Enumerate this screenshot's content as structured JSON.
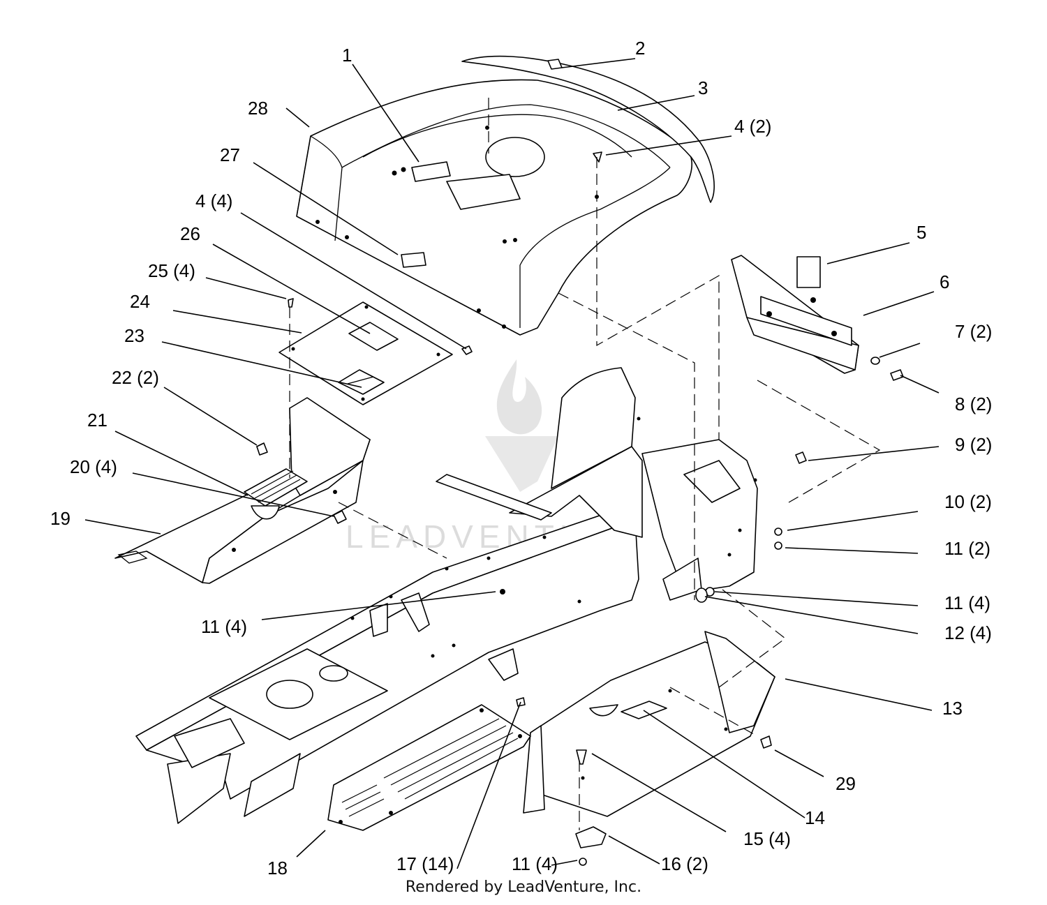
{
  "watermark": {
    "brand": "LEADVENTURE"
  },
  "credit": "Rendered by LeadVenture, Inc.",
  "callouts": [
    {
      "label": "1"
    },
    {
      "label": "2"
    },
    {
      "label": "3"
    },
    {
      "label": "4 (2)"
    },
    {
      "label": "28"
    },
    {
      "label": "27"
    },
    {
      "label": "4 (4)"
    },
    {
      "label": "26"
    },
    {
      "label": "25 (4)"
    },
    {
      "label": "24"
    },
    {
      "label": "23"
    },
    {
      "label": "22 (2)"
    },
    {
      "label": "21"
    },
    {
      "label": "20 (4)"
    },
    {
      "label": "19"
    },
    {
      "label": "5"
    },
    {
      "label": "6"
    },
    {
      "label": "7 (2)"
    },
    {
      "label": "8 (2)"
    },
    {
      "label": "9 (2)"
    },
    {
      "label": "10 (2)"
    },
    {
      "label": "11 (2)"
    },
    {
      "label": "11 (4)"
    },
    {
      "label": "12 (4)"
    },
    {
      "label": "11 (4)"
    },
    {
      "label": "13"
    },
    {
      "label": "29"
    },
    {
      "label": "14"
    },
    {
      "label": "15 (4)"
    },
    {
      "label": "16 (2)"
    },
    {
      "label": "11 (4)"
    },
    {
      "label": "17 (14)"
    },
    {
      "label": "18"
    }
  ]
}
